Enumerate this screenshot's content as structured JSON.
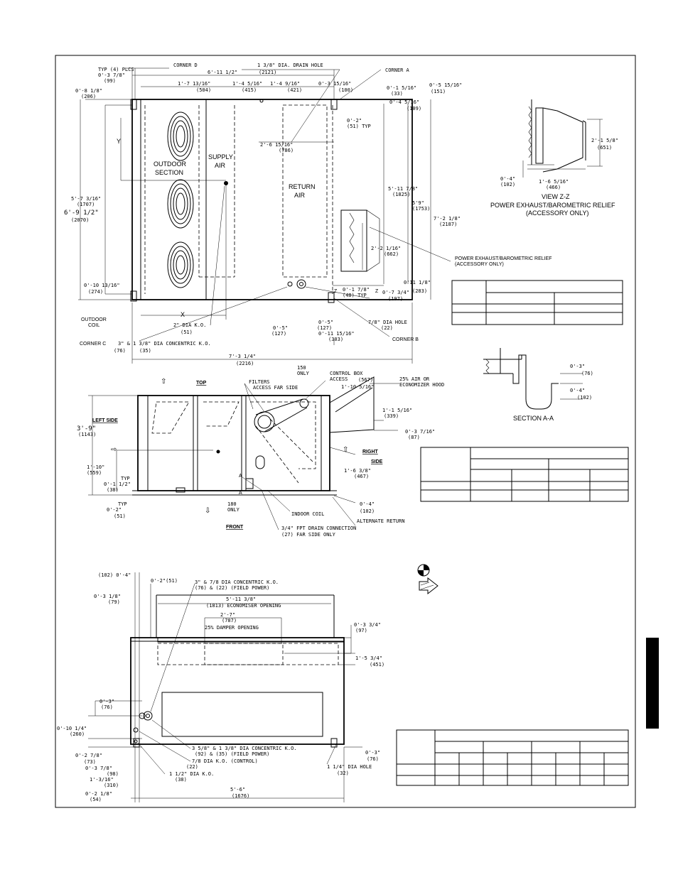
{
  "top_view": {
    "typ_4_plcs": "TYP (4) PLCS",
    "d_0_3_78": "0'-3 7/8\"",
    "m_99": "(99)",
    "corner_d": "CORNER D",
    "d_6_11_12": "6'-11 1/2\"",
    "m_2121": "(2121)",
    "drain_hole": "1 3/8\" DIA. DRAIN HOLE",
    "corner_a": "CORNER A",
    "d_0_8_18": "0'-8 1/8\"",
    "m_206": "(206)",
    "d_1_7_1316": "1'-7 13/16\"",
    "m_504": "(504)",
    "d_1_4_516": "1'-4 5/16\"",
    "m_415": "(415)",
    "d_1_4_916": "1'-4 9/16\"",
    "m_421": "(421)",
    "d_0_3_1516": "0'-3 15/16\"",
    "m_100": "(100)",
    "d_0_1_516": "0'-1 5/16\"",
    "m_33": "(33)",
    "d_0_5_1516": "0'-5 15/16\"",
    "m_151": "(151)",
    "d_0_4_516": "0'-4 5/16\"",
    "m_109": "(109)",
    "d_0_2": "0'-2\"",
    "m_51_typ": "(51) TYP",
    "y_label": "Y",
    "d_2_6_1516": "2'-6 15/16\"",
    "m_786": "(786)",
    "outdoor": "OUTDOOR",
    "section": "SECTION",
    "supply": "SUPPLY",
    "air": "AIR",
    "return": "RETURN",
    "air2": "AIR",
    "d_5_11_78": "5'-11 7/8\"",
    "m_1825": "(1825)",
    "d_5_9": "5'9\"",
    "m_1753": "(1753)",
    "d_7_2_18": "7'-2 1/8\"",
    "m_2187": "(2187)",
    "d_5_7_316": "5'-7 3/16\"",
    "m_1707": "(1707)",
    "d_6_9_12": "6'-9 1/2\"",
    "m_2070": "(2070)",
    "d_2_2_116": "2'-2 1/16\"",
    "m_662": "(662)",
    "pe_relief_1": "POWER EXHAUST/BAROMETRIC RELIEF",
    "pe_relief_2": "(ACCESSORY ONLY)",
    "d_0_10_1316": "0'-10 13/16\"",
    "m_274": "(274)",
    "d_0_1_78": "0'-1 7/8\"",
    "m_48_typ": "(48) TYP",
    "z1": "Z",
    "z2": "Z",
    "d_0_7_34": "0'-7 3/4\"",
    "m_197": "(197)",
    "d_0_11_18": "0'11 1/8\"",
    "m_283": "(283)",
    "outdoor_coil_1": "OUTDOOR",
    "outdoor_coil_2": "COIL",
    "x_label": "X",
    "two_dia_ko": "2\" DIA K.O.",
    "m_51": "(51)",
    "hole_78": "7/8\" DIA HOLE",
    "m_22": "(22)",
    "d_0_5_a": "0'-5\"",
    "m_127_a": "(127)",
    "d_0_5_b": "0'-5\"",
    "m_127_b": "(127)",
    "d_0_11_1516": "0'-11 15/16\"",
    "m_303": "(303)",
    "corner_c": "CORNER C",
    "concentric_ko": "3\" & 1 3/8\" DIA CONCENTRIC K.O.",
    "m_76": "(76)",
    "m_35": "(35)",
    "corner_b": "CORNER B",
    "d_7_3_14": "7'-3 1/4\"",
    "m_2216": "(2216)"
  },
  "view_zz": {
    "d_2_1_58": "2'-1 5/8\"",
    "m_651": "(651)",
    "d_0_4": "0'-4\"",
    "m_102": "(102)",
    "d_1_6_516": "1'-6 5/16\"",
    "m_466": "(466)",
    "title": "VIEW Z-Z",
    "caption_1": "POWER EXHAUST/BAROMETRIC RELIEF",
    "caption_2": "(ACCESSORY ONLY)"
  },
  "section_aa": {
    "d_0_3": "0'-3\"",
    "m_76": "(76)",
    "d_0_4": "0'-4\"",
    "m_102": "(102)",
    "title": "SECTION A-A"
  },
  "side_view": {
    "top": "TOP",
    "filters_1": "FILTERS",
    "filters_2": "ACCESS FAR SIDE",
    "only_150": "150",
    "only_150b": "ONLY",
    "control_box_1": "CONTROL BOX",
    "control_box_2": "ACCESS",
    "m_567": "(567)",
    "d_1_10_516": "1'-10 5/16\"",
    "hood_1": "25% AIR OR",
    "hood_2": "ECONOMIZER HOOD",
    "left_side": "LEFT SIDE",
    "d_3_9": "3'-9\"",
    "m_1143": "(1143)",
    "d_1_1_516": "1'-1 5/16\"",
    "m_339": "(339)",
    "d_0_3_716": "0'-3 7/16\"",
    "m_87": "(87)",
    "right": "RIGHT",
    "side": "SIDE",
    "d_1_10": "1'-10\"",
    "m_559": "(559)",
    "typ": "TYP",
    "d_0_1_12": "0'-1 1/2\"",
    "m_38": "(38)",
    "typ2": "TYP",
    "d_0_2": "0'-2\"",
    "m_51": "(51)",
    "d_1_6_38": "1'-6 3/8\"",
    "m_467": "(467)",
    "only_180": "180",
    "only_180b": "ONLY",
    "a1": "A",
    "a2": "A",
    "indoor_coil": "INDOOR COIL",
    "d_0_4": "0'-4\"",
    "m_102": "(102)",
    "alt_return": "ALTERNATE RETURN",
    "front": "FRONT",
    "drain_1": "3/4\" FPT DRAIN CONNECTION",
    "drain_2": "(27)  FAR SIDE ONLY"
  },
  "bottom_view": {
    "m_102": "(102) 0'-4\"",
    "d_0_2_51": "0'-2\"(51)",
    "ko_1": "3\" & 7/8 DIA CONCENTRIC K.O.",
    "ko_2": "(76) & (22) (FIELD POWER)",
    "d_0_3_18": "0'-3 1/8\"",
    "m_79": "(79)",
    "d_5_11_38": "5'-11 3/8\"",
    "econ_opening": "(1813) ECONOMISER OPENING",
    "d_2_7": "2'-7\"",
    "m_787": "(787)",
    "damper": "25% DAMPER OPENING",
    "d_0_3_34": "0'-3 3/4\"",
    "m_97": "(97)",
    "d_1_5_34": "1'-5 3/4\"",
    "m_451": "(451)",
    "d_0_3a": "0'-3\"",
    "m_76a": "(76)",
    "d_0_10_14": "0'-10 1/4\"",
    "m_260": "(260)",
    "d_0_2_78": "0'-2 7/8\"",
    "m_73": "(73)",
    "d_0_3_78": "0'-3 7/8\"",
    "m_98": "(98)",
    "d_1_3_316": "1'-3/16\"",
    "m_310": "(310)",
    "d_0_2_18": "0'-2 1/8\"",
    "m_54": "(54)",
    "ko_3": "3 5/8\" & 1 3/8\" DIA CONCENTRIC K.O.",
    "ko_4": "(92) & (35) (FIELD POWER)",
    "ko_5": "7/8 DIA K.O. (CONTROL)",
    "m_22": "(22)",
    "ko_6": "1 1/2\" DIA K.O.",
    "m_38": "(38)",
    "d_5_6": "5'-6\"",
    "m_1676": "(1676)",
    "d_0_3b": "0'-3\"",
    "m_76b": "(76)",
    "hole_114": "1 1/4\" DIA HOLE",
    "m_32": "(32)"
  }
}
